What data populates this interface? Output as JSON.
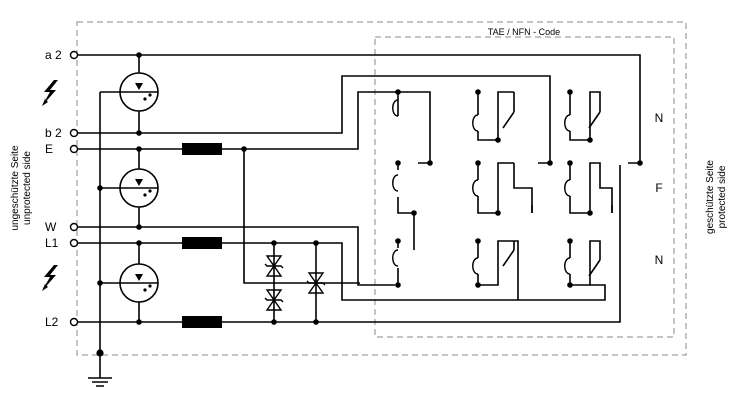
{
  "terminals": {
    "a2": "a 2",
    "b2": "b 2",
    "e": "E",
    "w": "W",
    "l1": "L1",
    "l2": "L2"
  },
  "left_side": {
    "line1": "ungeschützte Seite",
    "line2": "unprotected side"
  },
  "right_side": {
    "line1": "geschützte Seite",
    "line2": "protected side"
  },
  "code_box_title": "TAE / NFN - Code",
  "nfn_labels": [
    "N",
    "F",
    "N"
  ],
  "icons": [
    "lightning-icon",
    "ground-icon",
    "gas-discharge-tube-icon",
    "inductor-icon",
    "tvs-diode-icon",
    "switch-contact-icon"
  ]
}
